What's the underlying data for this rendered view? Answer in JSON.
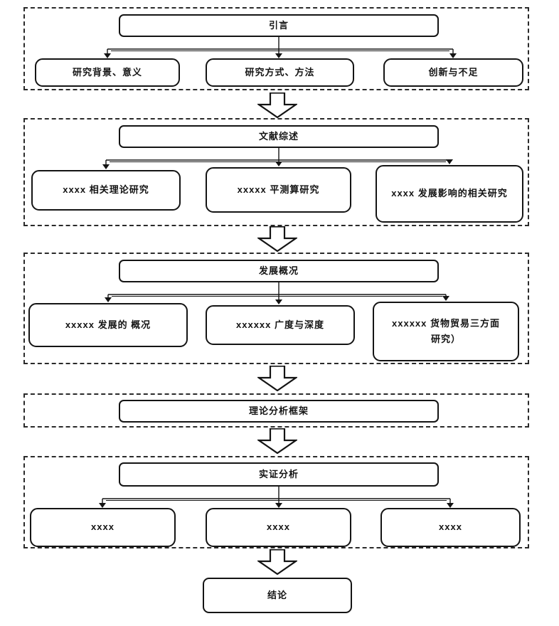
{
  "diagram": {
    "sections": [
      {
        "title": "引言",
        "children": [
          "研究背景、意义",
          "研究方式、方法",
          "创新与不足"
        ]
      },
      {
        "title": "文献综述",
        "children": [
          "xxxx 相关理论研究",
          "xxxxx 平测算研究",
          "xxxx 发展影响的相关研究"
        ]
      },
      {
        "title": "发展概况",
        "children": [
          "xxxxx 发展的 概况",
          "xxxxxx 广度与深度",
          "xxxxxx 货物贸易三方面研究）"
        ]
      },
      {
        "title": "理论分析框架",
        "children": []
      },
      {
        "title": "实证分析",
        "children": [
          "xxxx",
          "xxxx",
          "xxxx"
        ]
      }
    ],
    "conclusion": "结论",
    "colors": {
      "line": "#141414",
      "box_fill": "#ffffff",
      "page_bg": "#ffffff"
    }
  }
}
